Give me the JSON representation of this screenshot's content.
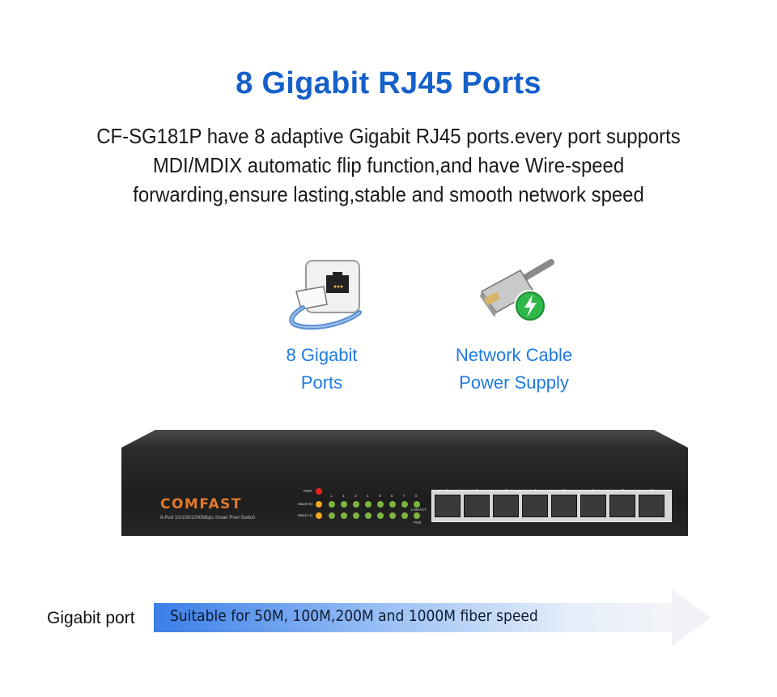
{
  "header": {
    "title": "8 Gigabit RJ45 Ports",
    "description_lines": [
      "CF-SG181P have 8 adaptive Gigabit RJ45 ports.every port supports",
      "MDI/MDIX automatic flip function,and have Wire-speed",
      "forwarding,ensure lasting,stable and smooth network speed"
    ]
  },
  "features": [
    {
      "icon": "ethernet-port-icon",
      "line1": "8 Gigabit",
      "line2": "Ports"
    },
    {
      "icon": "poe-cable-icon",
      "line1": "Network Cable",
      "line2": "Power Supply"
    }
  ],
  "switch": {
    "brand": "COMFAST",
    "model_text": "8-Port 10/100/1000Mbps Smart Poe+Switch",
    "led_labels": {
      "pwr": "PWR",
      "max58": "Max(5-8)",
      "max14": "Max(1-4)",
      "lnk": "LNK/ACT",
      "poe": "POE"
    },
    "led_numbers": [
      "1",
      "2",
      "3",
      "4",
      "5",
      "6",
      "7",
      "8"
    ],
    "port_numbers": [
      "1",
      "2",
      "3",
      "4",
      "5",
      "6",
      "7",
      "8"
    ],
    "colors": {
      "brand": "#e07a2e",
      "pwr_led": "#e8231f",
      "max_led": "#f5a623",
      "port_led": "#7db53e"
    }
  },
  "banner": {
    "label": "Gigabit port",
    "text": "Suitable for 50M, 100M,200M and 1000M fiber speed"
  },
  "colors": {
    "title": "#1560c9",
    "feature_text": "#1f7ae0",
    "arrow_start": "#3a7ee8"
  }
}
